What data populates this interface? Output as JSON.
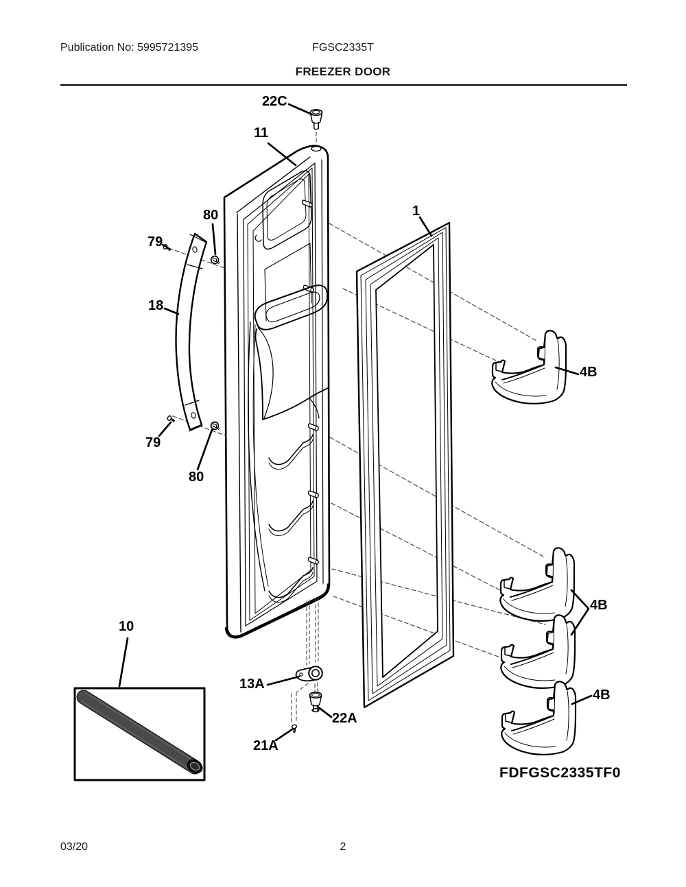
{
  "header": {
    "publication": "Publication No: 5995721395",
    "model": "FGSC2335T",
    "section_title": "FREEZER DOOR"
  },
  "diagram": {
    "drawing_code": "FDFGSC2335TF0",
    "callouts": {
      "c22c": "22C",
      "c11": "11",
      "c80_top": "80",
      "c79_top": "79",
      "c18": "18",
      "c79_bottom": "79",
      "c80_bottom": "80",
      "c1": "1",
      "c4b_top": "4B",
      "c10": "10",
      "c13a": "13A",
      "c22a": "22A",
      "c21a": "21A",
      "c4b_middle": "4B",
      "c4b_bottom": "4B"
    }
  },
  "footer": {
    "date": "03/20",
    "page_number": "2"
  }
}
